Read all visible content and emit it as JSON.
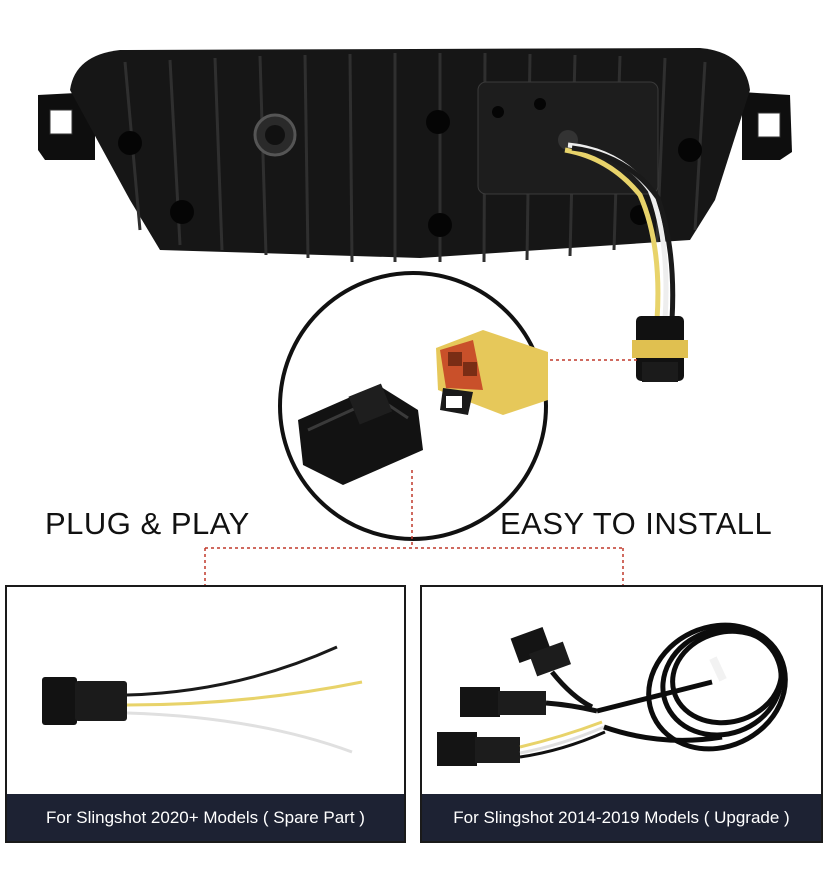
{
  "headlines": {
    "left": "PLUG & PLAY",
    "right": "EASY TO INSTALL"
  },
  "panels": [
    {
      "caption": "For Slingshot 2020+ Models ( Spare Part )"
    },
    {
      "caption": "For Slingshot 2014-2019 Models ( Upgrade )"
    }
  ],
  "colors": {
    "housing": "#111111",
    "connector_orange": "#c9502a",
    "seal_yellow": "#e8c84a",
    "caption_bg": "#1d2233",
    "dash_line": "#c0392b"
  }
}
